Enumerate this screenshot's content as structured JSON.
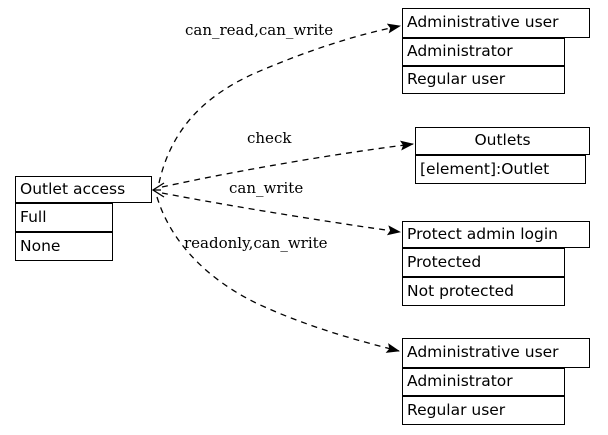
{
  "colors": {
    "background": "#ffffff",
    "line": "#000000",
    "box_fill": "#ffffff",
    "text": "#000000"
  },
  "nodes": {
    "outlet_access": {
      "header": "Outlet access",
      "rows": [
        "Full",
        "None"
      ]
    },
    "administrative_user_top": {
      "header": "Administrative user",
      "rows": [
        "Administrator",
        "Regular user"
      ]
    },
    "outlets": {
      "header": "Outlets",
      "rows": [
        "[element]:Outlet"
      ]
    },
    "protect_admin_login": {
      "header": "Protect admin login",
      "rows": [
        "Protected",
        "Not protected"
      ]
    },
    "administrative_user_bottom": {
      "header": "Administrative user",
      "rows": [
        "Administrator",
        "Regular user"
      ]
    }
  },
  "edges": [
    {
      "label": "can_read,can_write",
      "from": "outlet_access",
      "to": "administrative_user_top",
      "style": "dashed"
    },
    {
      "label": "check",
      "from": "outlet_access",
      "to": "outlets",
      "style": "dashed"
    },
    {
      "label": "can_write",
      "from": "outlet_access",
      "to": "protect_admin_login",
      "style": "dashed"
    },
    {
      "label": "readonly,can_write",
      "from": "outlet_access",
      "to": "administrative_user_bottom",
      "style": "dashed"
    }
  ]
}
